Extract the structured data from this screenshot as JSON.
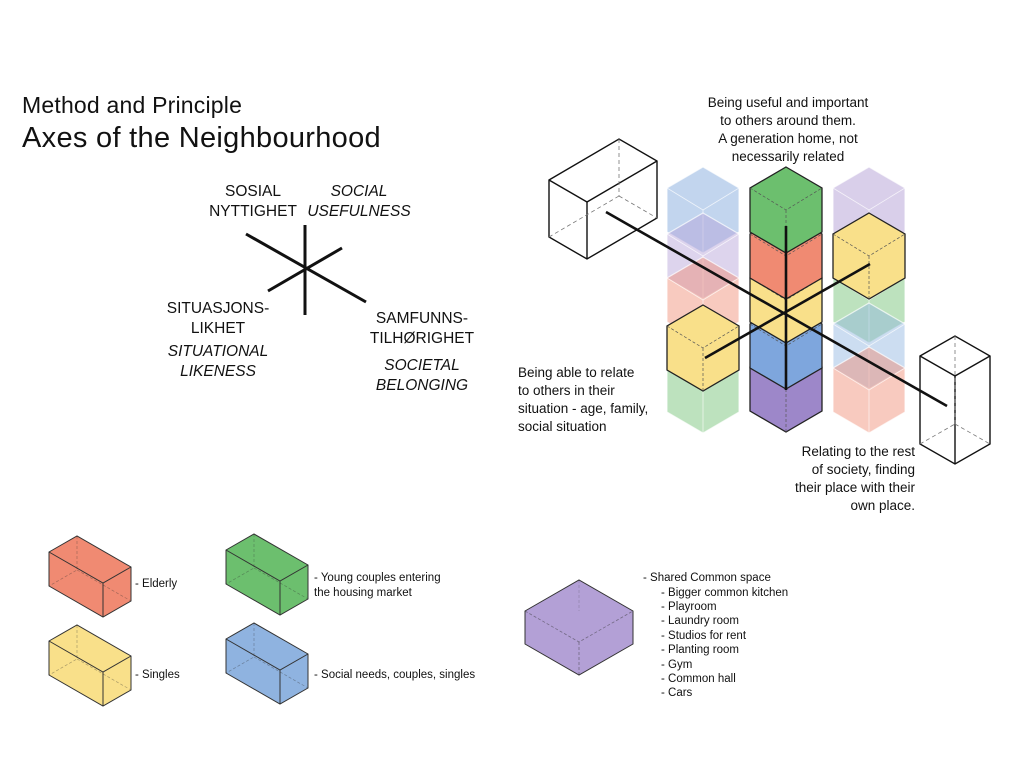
{
  "header": {
    "subtitle": "Method and Principle",
    "title": "Axes of the Neighbourhood"
  },
  "axes_diagram": {
    "top_no": [
      "SOSIAL",
      "NYTTIGHET"
    ],
    "top_en": [
      "SOCIAL",
      "USEFULNESS"
    ],
    "left_no": [
      "SITUASJONS-",
      "LIKHET"
    ],
    "left_en": [
      "SITUATIONAL",
      "LIKENESS"
    ],
    "right_no": [
      "SAMFUNNS-",
      "TILHØRIGHET"
    ],
    "right_en": [
      "SOCIETAL",
      "BELONGING"
    ]
  },
  "annotations": {
    "top": [
      "Being useful and important",
      "to others around them.",
      "A generation home, not",
      "necessarily related"
    ],
    "left": [
      "Being able to relate",
      "to others in their",
      "situation - age, family,",
      "social situation"
    ],
    "right": [
      "Relating to the rest",
      "of society, finding",
      "their place with their",
      "own place."
    ]
  },
  "legend": {
    "elderly": "- Elderly",
    "singles": "- Singles",
    "young_couples": [
      "- Young couples entering",
      "the housing market"
    ],
    "social_needs": "- Social needs, couples, singles",
    "shared_title": "- Shared Common space",
    "shared_items": [
      "- Bigger common kitchen",
      "- Playroom",
      "- Laundry room",
      "- Studios for rent",
      "- Planting room",
      "- Gym",
      "- Common hall",
      "- Cars"
    ]
  },
  "colors": {
    "elderly": "#f08a72",
    "singles": "#f9e08a",
    "young_couples": "#6cbf6e",
    "social_needs": "#8fb3e0",
    "shared": "#b3a0d6"
  }
}
